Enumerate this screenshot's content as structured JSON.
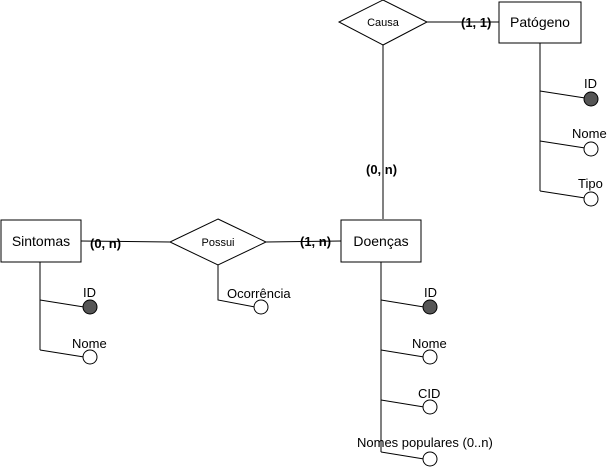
{
  "entities": {
    "patogeno": "Patógeno",
    "sintomas": "Sintomas",
    "doencas": "Doenças"
  },
  "relationships": {
    "causa": "Causa",
    "possui": "Possui"
  },
  "cardinalities": {
    "causa_patogeno": "(1, 1)",
    "causa_doencas": "(0, n)",
    "possui_sintomas": "(0, n)",
    "possui_doencas": "(1, n)"
  },
  "attributes": {
    "patogeno_id": "ID",
    "patogeno_nome": "Nome",
    "patogeno_tipo": "Tipo",
    "sintomas_id": "ID",
    "sintomas_nome": "Nome",
    "possui_ocorrencia": "Ocorrência",
    "doencas_id": "ID",
    "doencas_nome": "Nome",
    "doencas_cid": "CID",
    "doencas_nomes_populares": "Nomes populares (0..n)"
  },
  "colors": {
    "stroke": "#000000",
    "key_fill": "#555555",
    "fill": "#ffffff"
  }
}
